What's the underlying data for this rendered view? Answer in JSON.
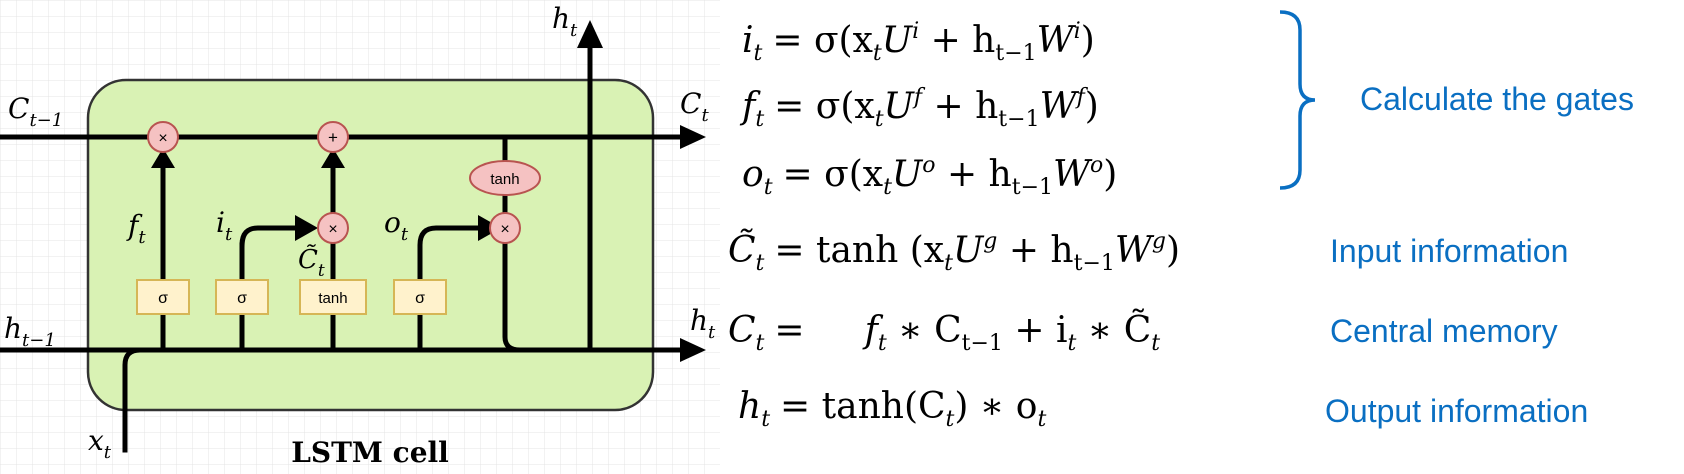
{
  "diagram": {
    "title": "LSTM cell",
    "labels": {
      "c_prev": "C",
      "c_prev_sub": "t−1",
      "c_next": "C",
      "c_next_sub": "t",
      "h_prev": "h",
      "h_prev_sub": "t−1",
      "h_out_top": "h",
      "h_out_top_sub": "t",
      "h_out_right": "h",
      "h_out_right_sub": "t",
      "x_in": "x",
      "x_in_sub": "t",
      "f_gate": "f",
      "f_gate_sub": "t",
      "i_gate": "i",
      "i_gate_sub": "t",
      "c_tilde": "C̃",
      "c_tilde_sub": "t",
      "o_gate": "o",
      "o_gate_sub": "t"
    },
    "ops": {
      "forget_mult": "×",
      "cell_add": "+",
      "input_mult": "×",
      "output_mult": "×",
      "tanh_cell": "tanh"
    },
    "boxes": [
      "σ",
      "σ",
      "tanh",
      "σ"
    ]
  },
  "equations": [
    {
      "lhs": "i",
      "lhs_sub": "t",
      "rhs": "= σ(x",
      "a": "t",
      "b": "U",
      "bsup": "i",
      "c": " + h",
      "csub": "t−1",
      "d": "W",
      "dsup": "i",
      "end": ")"
    },
    {
      "lhs": "f",
      "lhs_sub": "t",
      "rhs": "= σ(x",
      "a": "t",
      "b": "U",
      "bsup": "f",
      "c": " + h",
      "csub": "t−1",
      "d": "W",
      "dsup": "f",
      "end": ")"
    },
    {
      "lhs": "o",
      "lhs_sub": "t",
      "rhs": "= σ(x",
      "a": "t",
      "b": "U",
      "bsup": "o",
      "c": " + h",
      "csub": "t−1",
      "d": "W",
      "dsup": "o",
      "end": ")"
    },
    {
      "lhs": "C̃",
      "lhs_sub": "t",
      "rhs": "= tanh (x",
      "a": "t",
      "b": "U",
      "bsup": "g",
      "c": " + h",
      "csub": "t−1",
      "d": "W",
      "dsup": "g",
      "end": ")"
    }
  ],
  "equation_cell": {
    "lhs": "C",
    "lhs_sub": "t",
    "eq": "=",
    "f": "f",
    "fsub": "t",
    "mid": " ∗ C",
    "msub": "t−1",
    "plus": " + i",
    "psub": "t",
    "tail": " ∗ C̃",
    "tsub": "t"
  },
  "equation_hidden": {
    "lhs": "h",
    "lhs_sub": "t",
    "rhs": "= tanh(C",
    "a": "t",
    "end": ") ∗ o",
    "esub": "t"
  },
  "annotations": {
    "gates": "Calculate the gates",
    "input": "Input information",
    "memory": "Central memory",
    "output": "Output information"
  },
  "colors": {
    "cell_fill": "#d9f2b4",
    "cell_stroke": "#333333",
    "op_fill": "#f5c2c2",
    "op_stroke": "#b85450",
    "box_fill": "#fff2cc",
    "box_stroke": "#d6b656",
    "accent": "#0a6fc2",
    "grid": "#e4e4e4"
  }
}
